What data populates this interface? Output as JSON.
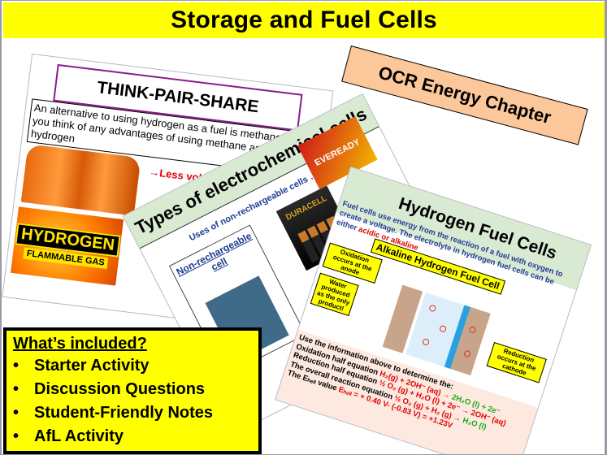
{
  "title": "Storage and Fuel Cells",
  "badge": "OCR Energy Chapter",
  "slides": {
    "think_pair_share": {
      "heading": "THINK-PAIR-SHARE",
      "question": "An alternative to using hydrogen as a fuel is methane. Can you think of any advantages of using methane as a fuel over hydrogen",
      "answer_1": "→Less volatile",
      "answer_2": "→",
      "sign_line1": "HYDROGEN",
      "sign_line2": "FLAMMABLE GAS"
    },
    "electrochemical": {
      "heading": "Types of electrochemical cells",
      "subtitle": "Uses of non-rechargeable cells …",
      "diagram_title": "Non-rechargeable cell",
      "product_1": "DURACELL",
      "product_2": "EVEREADY"
    },
    "hydrogen_fuel_cells": {
      "heading": "Hydrogen Fuel Cells",
      "intro_blue_1": "Fuel cells use energy from the reaction of a fuel with oxygen to create a voltage. The electrolyte in hydrogen fuel cells can be either ",
      "intro_red": "acidic or alkaline",
      "subheading": "Alkaline Hydrogen Fuel Cell",
      "label_oxidation": "Oxidation occurs at the anode",
      "label_water": "Water produced as the only product!",
      "label_reduction": "Reduction occurs at the cathode",
      "eq_intro": "Use the information above to determine the:",
      "eq_ox_label": "Oxidation half equation",
      "eq_ox_left": "H₂(g) + 2OH⁻ (aq) → ",
      "eq_ox_right": "2H₂O (l) + 2e⁻",
      "eq_red_label": "Reduction half equation",
      "eq_red": "½ O₂ (g) + H₂O (l) + 2e⁻ → 2OH⁻ (aq)",
      "eq_overall_label": "The overall reaction equation",
      "eq_overall_left": "½ O₂ (g) + H₂ (g) → ",
      "eq_overall_right": "H₂O (l)",
      "eq_ecell_label": "The Eₕₑₗₗ value",
      "eq_ecell": "Eₕₑₗₗ = + 0.40 V- (-0.83 V) = +1.23V"
    }
  },
  "included": {
    "heading": "What’s included?",
    "items": [
      "Starter Activity",
      "Discussion Questions",
      "Student-Friendly Notes",
      "AfL Activity"
    ]
  }
}
